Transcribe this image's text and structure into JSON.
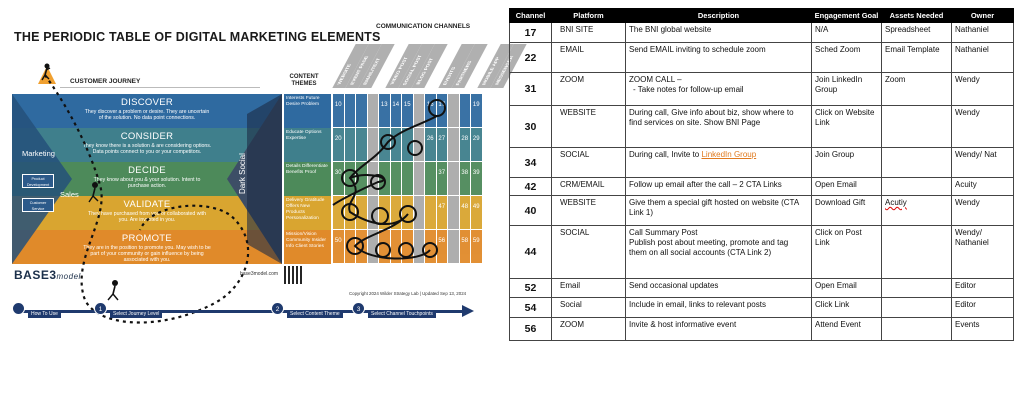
{
  "infographic": {
    "title": "THE PERIODIC TABLE OF DIGITAL MARKETING ELEMENTS",
    "communication_channels_label": "COMMUNICATION CHANNELS",
    "customer_journey_label": "CUSTOMER JOURNEY",
    "content_themes_label": "CONTENT THEMES",
    "channel_headers": [
      "WEBSITE",
      "EVENT PAGE",
      "EMAIL/TEXT",
      "",
      "VIDEO POST",
      "SOCIAL POST",
      "BLOG POST",
      "",
      "EVENTS",
      "PARTNERS",
      "",
      "MOBILE APP",
      "MESSENGER"
    ],
    "stages": [
      {
        "name": "DISCOVER",
        "text": "They discover a problem or desire. They are uncertain of the solution. No data point connections.",
        "color": "#2f6aa0"
      },
      {
        "name": "CONSIDER",
        "text": "They know there is a solution & are considering options. Data points connect to you or your competitors.",
        "color": "#3f7f8c"
      },
      {
        "name": "DECIDE",
        "text": "They know about you & your solution. Intent to purchase action.",
        "color": "#4d8a5a"
      },
      {
        "name": "VALIDATE",
        "text": "They have purchased from you or collaborated with you. Are invested in you.",
        "color": "#d9a530"
      },
      {
        "name": "PROMOTE",
        "text": "They are in the position to promote you. May wish to be part of your community or gain influence by being associated with you.",
        "color": "#e08a2a"
      }
    ],
    "side_labels": {
      "marketing": "Marketing",
      "sales": "Sales",
      "dark_social": "Dark Social"
    },
    "small_boxes": [
      "Product Development",
      "Customer Service"
    ],
    "themes": [
      {
        "text": "Interests Future Desire Problem",
        "color": "#2f6aa0"
      },
      {
        "text": "Educate Options Expertise",
        "color": "#3f7f8c"
      },
      {
        "text": "Details Differentiate Benefits Proof",
        "color": "#4d8a5a"
      },
      {
        "text": "Delivery Gratitude Offers New Products Personalization",
        "color": "#d9a530"
      },
      {
        "text": "Mission/Vision Community Insider Info Client Stories",
        "color": "#e08a2a"
      }
    ],
    "grid_numbers": [
      [
        "10",
        "",
        "",
        "",
        "13",
        "14",
        "15",
        "",
        "16",
        "17",
        "",
        "",
        "19"
      ],
      [
        "20",
        "",
        "",
        "",
        "",
        "",
        "",
        "",
        "26",
        "27",
        "",
        "28",
        "29"
      ],
      [
        "30",
        "",
        "",
        "",
        "",
        "",
        "",
        "",
        "",
        "37",
        "",
        "38",
        "39"
      ],
      [
        "",
        "",
        "",
        "",
        "",
        "",
        "",
        "",
        "",
        "47",
        "",
        "48",
        "49"
      ],
      [
        "50",
        "",
        "",
        "",
        "",
        "",
        "",
        "",
        "",
        "56",
        "",
        "58",
        "59"
      ]
    ],
    "logo_text": "BASE3",
    "logo_suffix": "model",
    "website": "base3model.com",
    "copyright": "Copyright 2024 Wilder Strategy Lab | Updated Sep 13, 2024",
    "steps": [
      {
        "num": "",
        "label": "How To Use"
      },
      {
        "num": "1",
        "label": "Select Journey Level"
      },
      {
        "num": "2",
        "label": "Select Content Theme"
      },
      {
        "num": "3",
        "label": "Select Channel Touchpoints"
      }
    ]
  },
  "table": {
    "headers": [
      "Channel",
      "Platform",
      "Description",
      "Engagement Goal",
      "Assets Needed",
      "Owner"
    ],
    "rows": [
      {
        "channel": "17",
        "platform": "BNI SITE",
        "description": "The BNI global website",
        "goal": "N/A",
        "assets": "Spreadsheet",
        "owner": "Nathaniel"
      },
      {
        "channel": "22",
        "platform": "EMAIL",
        "description": "Send EMAIL inviting to schedule zoom",
        "goal": "Sched Zoom",
        "assets": "Email Template",
        "owner": "Nathaniel"
      },
      {
        "channel": "31",
        "platform": "ZOOM",
        "description": "ZOOM CALL –",
        "description2": "-    Take notes for follow-up email",
        "goal": "Join LinkedIn Group",
        "assets": "Zoom",
        "owner": "Wendy"
      },
      {
        "channel": "30",
        "platform": "WEBSITE",
        "description": "During call, Give info about biz, show where to find services on site.  Show BNI Page",
        "goal": "Click on Website Link",
        "assets": "",
        "owner": "Wendy"
      },
      {
        "channel": "34",
        "platform": "SOCIAL",
        "description": "During call, Invite to ",
        "description_link": "LinkedIn Group",
        "goal": "Join Group",
        "assets": "",
        "owner": "Wendy/ Nat"
      },
      {
        "channel": "42",
        "platform": "CRM/EMAIL",
        "description": "Follow up email after the call – 2 CTA Links",
        "goal": "Open Email",
        "assets": "",
        "owner": "Acuity"
      },
      {
        "channel": "40",
        "platform": "WEBSITE",
        "description": "Give them a special gift hosted on website (CTA Link 1)",
        "goal": "Download Gift",
        "assets": "Acutiy",
        "owner": "Wendy"
      },
      {
        "channel": "44",
        "platform": "SOCIAL",
        "description": "Call Summary Post",
        "description2": "Publish post about meeting, promote and tag them on all social accounts (CTA Link 2)",
        "goal": "Click on Post Link",
        "assets": "",
        "owner": "Wendy/ Nathaniel"
      },
      {
        "channel": "52",
        "platform": "Email",
        "description": "Send occasional updates",
        "goal": "Open Email",
        "assets": "",
        "owner": "Editor"
      },
      {
        "channel": "54",
        "platform": "Social",
        "description": "Include in email, links to relevant posts",
        "goal": "Click Link",
        "assets": "",
        "owner": "Editor"
      },
      {
        "channel": "56",
        "platform": "ZOOM",
        "description": "Invite & host informative event",
        "goal": "Attend Event",
        "assets": "",
        "owner": "Events"
      }
    ]
  }
}
